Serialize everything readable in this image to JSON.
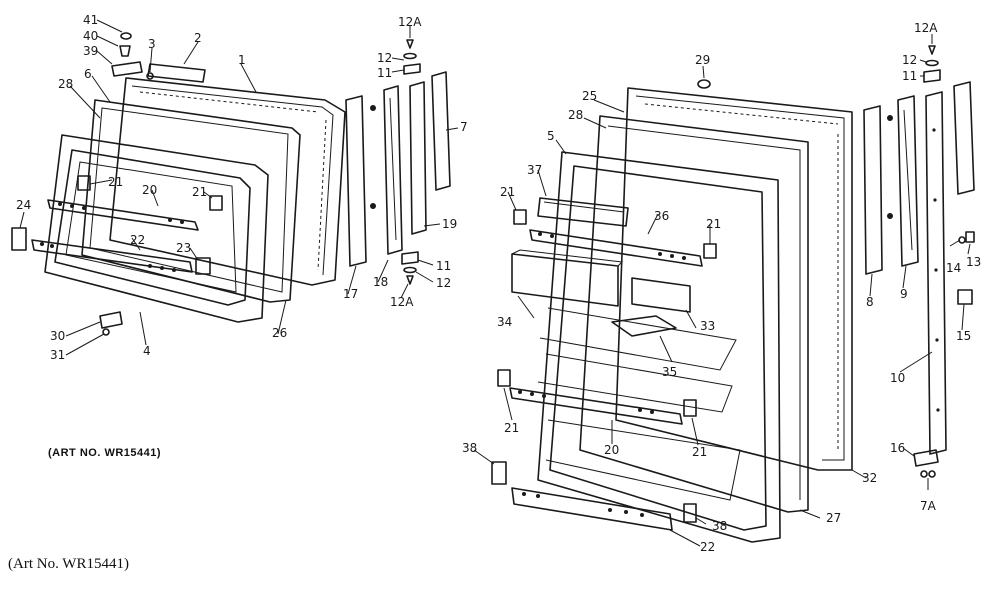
{
  "diagram": {
    "art_number_label": "(ART NO. WR15441)",
    "caption": "(Art No. WR15441)",
    "left_part_labels": [
      "41",
      "40",
      "39",
      "3",
      "2",
      "1",
      "12A",
      "12",
      "11",
      "7",
      "28",
      "6",
      "24",
      "21",
      "20",
      "21",
      "22",
      "23",
      "30",
      "31",
      "4",
      "26",
      "17",
      "18",
      "11",
      "12",
      "12A",
      "19"
    ],
    "right_part_labels": [
      "29",
      "12A",
      "12",
      "11",
      "25",
      "28",
      "5",
      "37",
      "21",
      "36",
      "21",
      "34",
      "33",
      "35",
      "21",
      "20",
      "21",
      "38",
      "22",
      "38",
      "27",
      "32",
      "8",
      "9",
      "14",
      "13",
      "15",
      "10",
      "16",
      "7A"
    ]
  }
}
